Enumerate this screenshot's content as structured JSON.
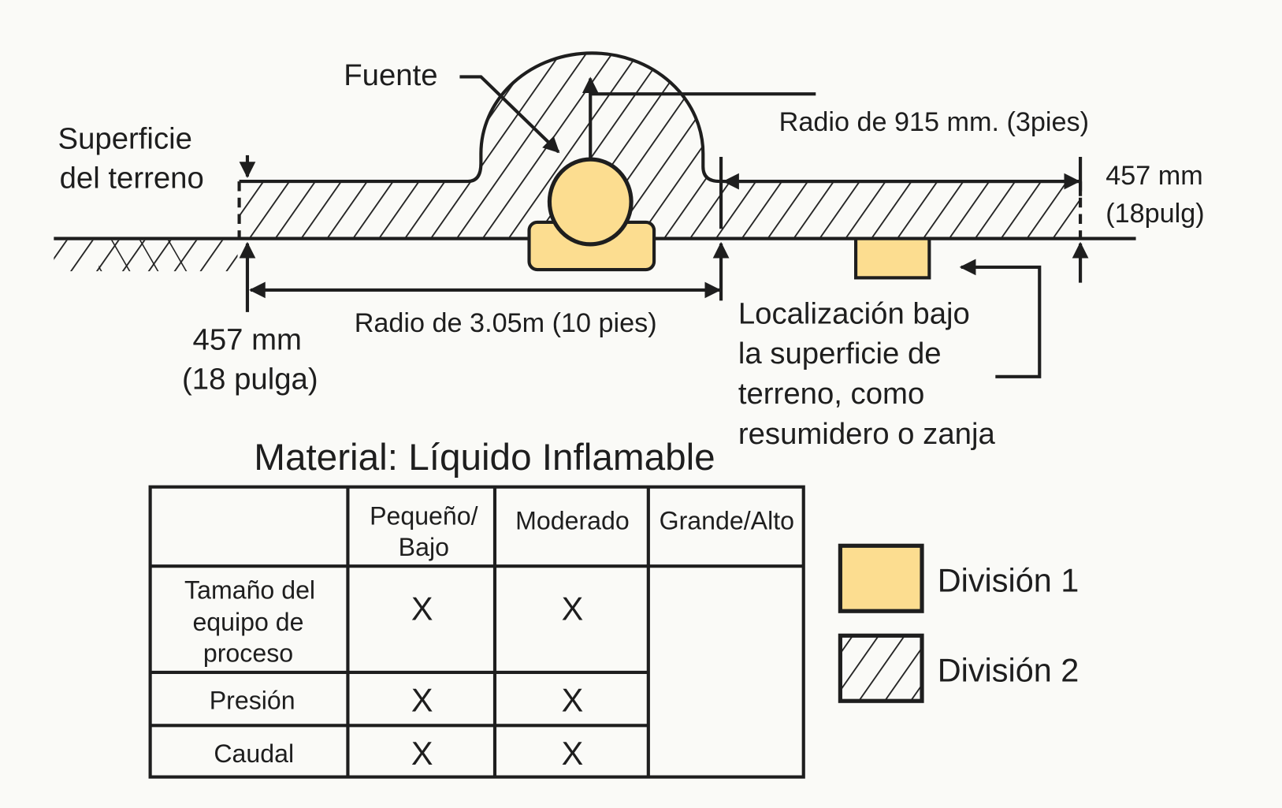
{
  "labels": {
    "surface": [
      "Superficie",
      "del terreno"
    ],
    "source": "Fuente",
    "radius_915": "Radio de 915 mm. (3pies)",
    "height_right": [
      "457 mm",
      "(18pulg)"
    ],
    "height_left": [
      "457 mm",
      "(18 pulga)"
    ],
    "radius_305": "Radio de 3.05m (10 pies)",
    "below_grade": [
      "Localización bajo",
      "la superficie de",
      "terreno, como",
      "resumidero o zanja"
    ]
  },
  "table": {
    "title": "Material: Líquido Inflamable",
    "headers": [
      "",
      "Pequeño/",
      "Bajo",
      "Moderado",
      "Grande/Alto"
    ],
    "rows": [
      {
        "label": [
          "Tamaño del",
          "equipo de",
          "proceso"
        ],
        "small": "X",
        "moderate": "X",
        "large": ""
      },
      {
        "label": [
          "Presión"
        ],
        "small": "X",
        "moderate": "X",
        "large": ""
      },
      {
        "label": [
          "Caudal"
        ],
        "small": "X",
        "moderate": "X",
        "large": ""
      }
    ]
  },
  "legend": [
    {
      "label": "División 1",
      "swatch": "yellow-fill",
      "color": "#fcdd90"
    },
    {
      "label": "División 2",
      "swatch": "diagonal-hatch",
      "color": "#1e1e1e"
    }
  ]
}
